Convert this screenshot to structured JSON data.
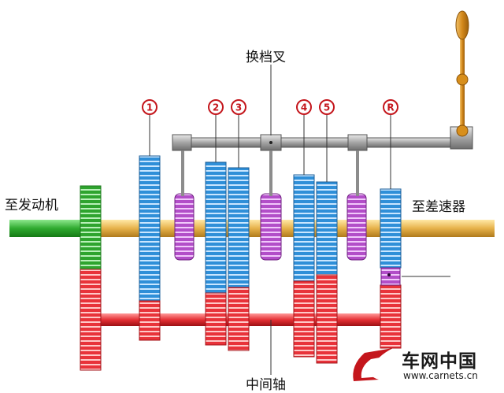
{
  "labels": {
    "shift_fork": "换档叉",
    "to_engine": "至发动机",
    "to_differential": "至差速器",
    "countershaft": "中间轴"
  },
  "gears": [
    "1",
    "2",
    "3",
    "4",
    "5",
    "R"
  ],
  "logo": {
    "name": "车网中国",
    "url": "www.carnets.cn"
  },
  "colors": {
    "input_shaft": "#3fb23f",
    "output_shaft": "#e9b64a",
    "countershaft": "#e8333a",
    "main_gear": "#2f8fd8",
    "synchronizer": "#b24ec8",
    "shift_rail": "#9a9a9a",
    "shift_lever": "#d08a18",
    "gear_label": "#c4161c"
  }
}
